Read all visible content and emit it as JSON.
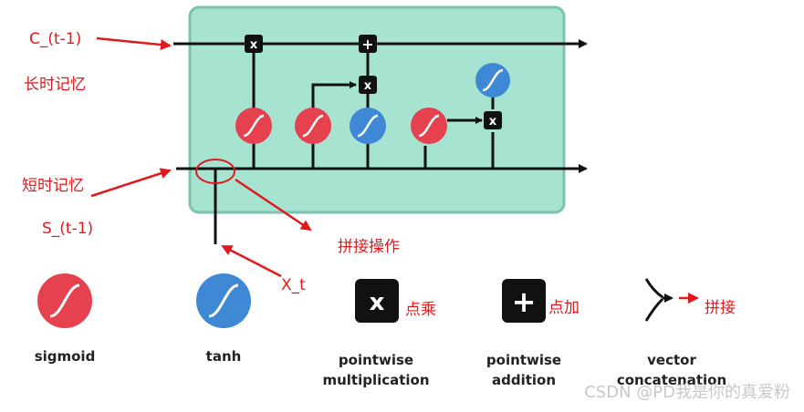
{
  "colors": {
    "cell_fill": "#a6e4d1",
    "cell_stroke": "#7cc3ad",
    "sigmoid": "#e5414f",
    "tanh": "#3e88d6",
    "op_box": "#111111",
    "annotation": "#e0191c",
    "line": "#111111"
  },
  "annotations": {
    "c_prev": "C_(t-1)",
    "long_memory": "长时记忆",
    "short_memory": "短时记忆",
    "s_prev": "S_(t-1)",
    "concat_op": "拼接操作",
    "x_t": "X_t",
    "mult_note": "点乘",
    "add_note": "点加",
    "concat_note": "拼接"
  },
  "ops": {
    "multiply": "x",
    "add": "+"
  },
  "legend": {
    "sigmoid": "sigmoid",
    "tanh": "tanh",
    "mult_line1": "pointwise",
    "mult_line2": "multiplication",
    "add_line1": "pointwise",
    "add_line2": "addition",
    "concat_line1": "vector",
    "concat_line2": "concatenation"
  },
  "icons": {
    "sigmoid": "sigmoid-curve-icon",
    "tanh": "tanh-curve-icon",
    "multiply": "multiply-icon",
    "add": "plus-icon",
    "concat": "vector-concatenation-icon"
  },
  "watermark": "CSDN @PD我是你的真爱粉"
}
